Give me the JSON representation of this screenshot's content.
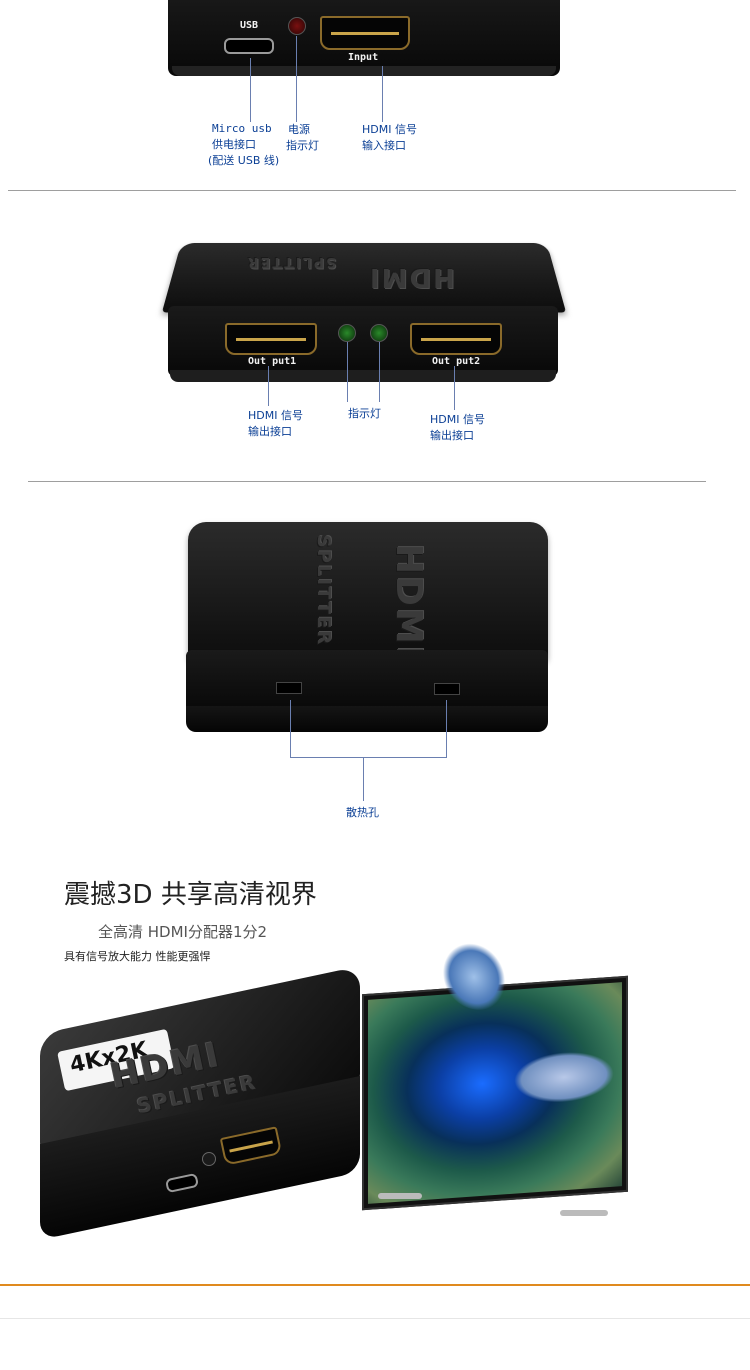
{
  "top_view": {
    "port_labels": {
      "usb": "USB",
      "input": "Input"
    },
    "callouts": {
      "usb_line1": "Mirco usb",
      "usb_line2": "供电接口",
      "usb_line3": "(配送 USB 线)",
      "power_line1": "电源",
      "power_line2": "指示灯",
      "input_line1": "HDMI 信号",
      "input_line2": "输入接口"
    }
  },
  "front_view": {
    "brand": "HDMI",
    "model": "SPLITTER",
    "port_labels": {
      "out1": "Out put1",
      "out2": "Out put2"
    },
    "callouts": {
      "out1_line1": "HDMI 信号",
      "out1_line2": "输出接口",
      "led": "指示灯",
      "out2_line1": "HDMI 信号",
      "out2_line2": "输出接口"
    }
  },
  "side_view": {
    "brand": "HDMI",
    "model": "SPLITTER",
    "callout": "散热孔"
  },
  "promo": {
    "headline": "震撼3D 共享高清视界",
    "subtitle": "全高清 HDMI分配器1分2",
    "tagline": "具有信号放大能力 性能更强悍",
    "badge": "4Kx2K",
    "device_brand": "HDMI",
    "device_model": "SPLITTER"
  },
  "colors": {
    "callout_text": "#0b3f95",
    "accent_orange": "#e08a1e",
    "led_green": "#1f6b1f",
    "led_red": "#7a1010"
  }
}
